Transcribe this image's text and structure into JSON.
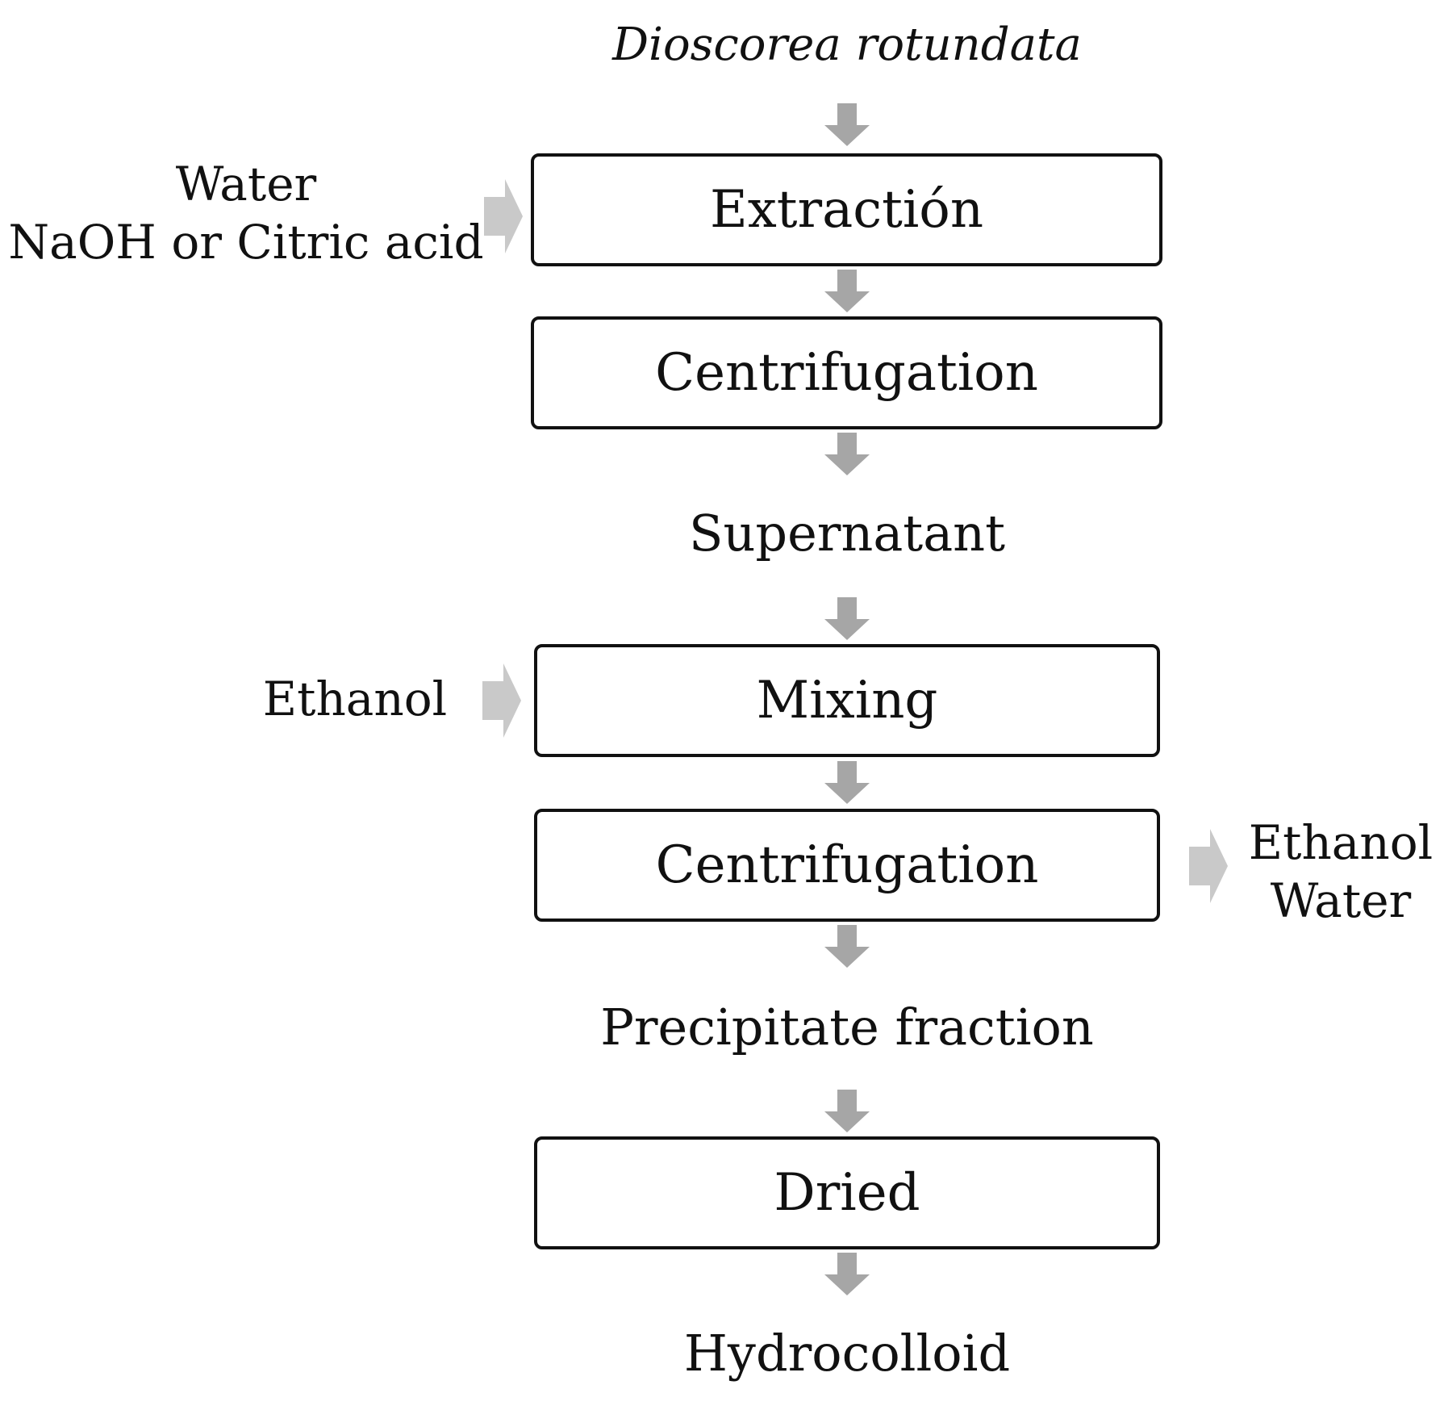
{
  "diagram": {
    "start": "Dioscorea rotundata",
    "steps": {
      "extraction": "Extractión",
      "centrifugation_1": "Centrifugation",
      "supernatant": "Supernatant",
      "mixing": "Mixing",
      "centrifugation_2": "Centrifugation",
      "precipitate": "Precipitate fraction",
      "dried": "Dried",
      "product": "Hydrocolloid"
    },
    "inputs": {
      "extraction_line1": "Water",
      "extraction_line2": "NaOH or Citric acid",
      "mixing": "Ethanol"
    },
    "outputs": {
      "centrifugation_2_line1": "Ethanol",
      "centrifugation_2_line2": "Water"
    },
    "colors": {
      "flow_arrow": "#a6a6a6",
      "side_arrow": "#c9c9c9",
      "box_border": "#111111"
    }
  }
}
